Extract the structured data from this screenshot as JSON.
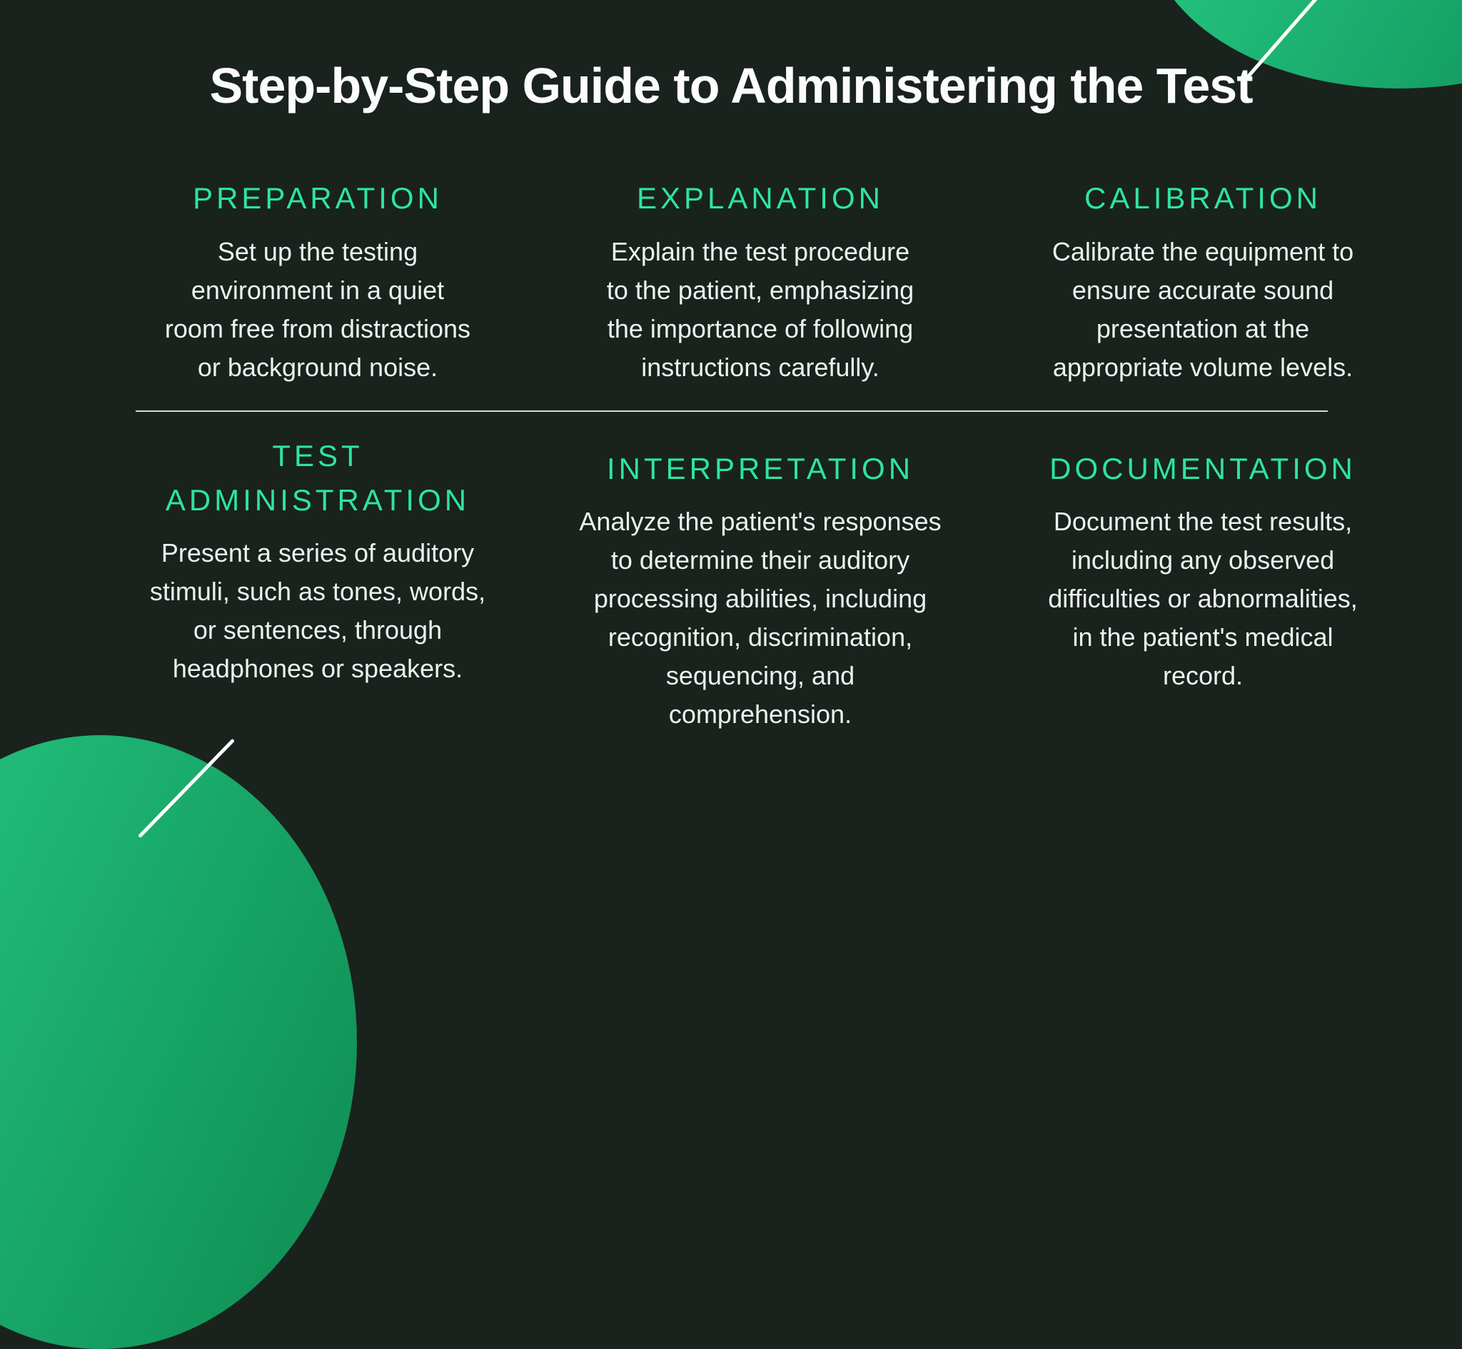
{
  "slide": {
    "title": "Step-by-Step Guide to Administering the Test"
  },
  "theme": {
    "background": "#19221d",
    "heading_color": "#2de59f",
    "body_text_color": "#eef2ef",
    "title_color": "#fcfcfc",
    "divider_color": "#e8ebe8",
    "circle_gradient_start": "#28cf85",
    "circle_gradient_end": "#0f8a52",
    "accent_line_color": "#ffffff"
  },
  "steps": [
    {
      "id": "preparation",
      "title": "PREPARATION",
      "description": "Set up the testing\nenvironment in a quiet\nroom free from distractions\nor background noise."
    },
    {
      "id": "explanation",
      "title": "EXPLANATION",
      "description": "Explain the test procedure\nto the patient, emphasizing\nthe importance of following\ninstructions carefully."
    },
    {
      "id": "calibration",
      "title": "CALIBRATION",
      "description": "Calibrate the equipment to\nensure accurate sound\npresentation at the\nappropriate volume levels."
    },
    {
      "id": "test-administration",
      "title": "TEST\nADMINISTRATION",
      "description": "Present a series of auditory\nstimuli, such as tones, words,\nor sentences, through\nheadphones or speakers."
    },
    {
      "id": "interpretation",
      "title": "INTERPRETATION",
      "description": "Analyze the patient's responses\nto determine their auditory\nprocessing abilities, including\nrecognition, discrimination,\nsequencing, and\ncomprehension."
    },
    {
      "id": "documentation",
      "title": "DOCUMENTATION",
      "description": "Document the test results,\nincluding any observed\ndifficulties or abnormalities,\nin the patient's medical\nrecord."
    }
  ]
}
